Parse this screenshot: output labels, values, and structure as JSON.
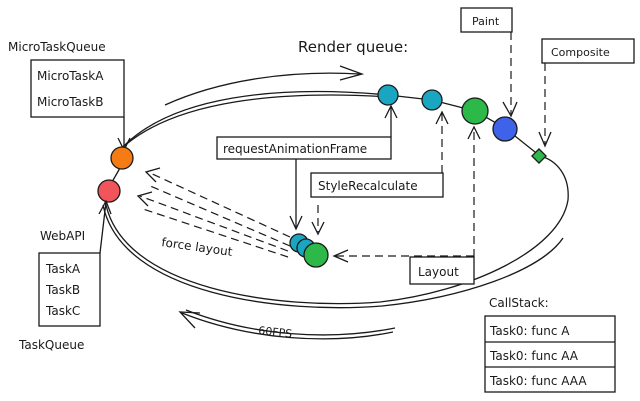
{
  "microtask_queue": {
    "title": "MicroTaskQueue",
    "items": [
      "MicroTaskA",
      "MicroTaskB"
    ]
  },
  "render_queue": {
    "title": "Render queue:",
    "steps": {
      "raf": "requestAnimationFrame",
      "style": "StyleRecalculate",
      "layout": "Layout",
      "paint": "Paint",
      "composite": "Composite"
    }
  },
  "webapi": {
    "title": "WebAPI"
  },
  "task_queue": {
    "title": "TaskQueue",
    "items": [
      "TaskA",
      "TaskB",
      "TaskC"
    ]
  },
  "call_stack": {
    "title": "CallStack:",
    "items": [
      "Task0: func A",
      "Task0: func AA",
      "Task0: func AAA"
    ]
  },
  "annotations": {
    "force_layout": "force layout",
    "fps": "60FPS"
  },
  "colors": {
    "microtask_node": "#f57c14",
    "task_node": "#f2545b",
    "raf_node": "#1aa6c0",
    "style_node": "#1aa6c0",
    "layout_node": "#2db84a",
    "paint_node": "#3f63e8",
    "composite_node": "#2db84a"
  }
}
